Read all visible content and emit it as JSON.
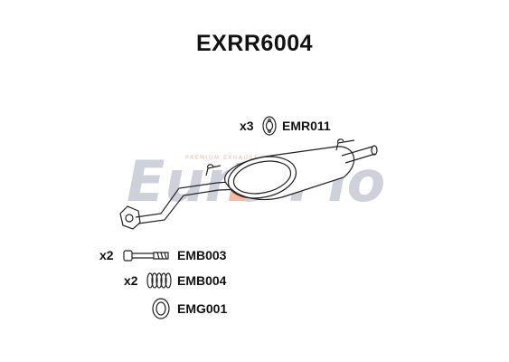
{
  "title": "EXRR6004",
  "parts": [
    {
      "qty": "x3",
      "code": "EMR011",
      "icon": "rubber-hanger-icon"
    },
    {
      "qty": "x2",
      "code": "EMB003",
      "icon": "bolt-icon"
    },
    {
      "qty": "x2",
      "code": "EMB004",
      "icon": "spring-icon"
    },
    {
      "qty": "",
      "code": "EMG001",
      "icon": "gasket-ring-icon"
    }
  ],
  "watermark": {
    "brand_left": "Euro",
    "brand_right": "Flo",
    "tagline": "PREMIUM EXHAUST PARTS"
  },
  "colors": {
    "text": "#111111",
    "line": "#222222",
    "watermark_gray": "#c9ccd6",
    "watermark_orange": "#f2b49a"
  }
}
